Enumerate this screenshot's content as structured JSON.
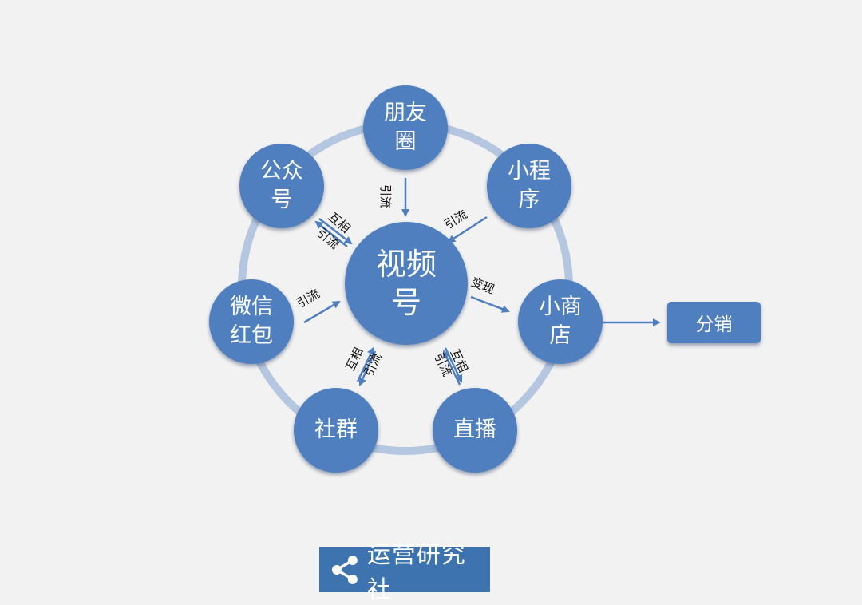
{
  "nodes": {
    "center": "视频号",
    "pengyouquan": "朋友圈",
    "gongzhonghao": "公众号",
    "xiaochengxu": "小程序",
    "weixinhongbao": "微信红包",
    "xiaoshangdian": "小商店",
    "shequn": "社群",
    "zhibo": "直播"
  },
  "edges": {
    "pengyouquan": "引流",
    "xiaochengxu": "引流",
    "gongzhonghao_1": "互相",
    "gongzhonghao_2": "引流",
    "weixinhongbao": "引流",
    "xiaoshangdian": "变现",
    "shequn_1": "互相",
    "shequn_2": "引流",
    "zhibo_1": "互相",
    "zhibo_2": "引流"
  },
  "fenxiao": "分销",
  "watermark": {
    "text": "运营研究社",
    "icon": "share-icon"
  },
  "colors": {
    "node": "#4f7fbe",
    "ring": "#b5c6e0",
    "arrow": "#4f7fbe",
    "background": "#f2f2f2",
    "watermark": "#3d74b0"
  }
}
